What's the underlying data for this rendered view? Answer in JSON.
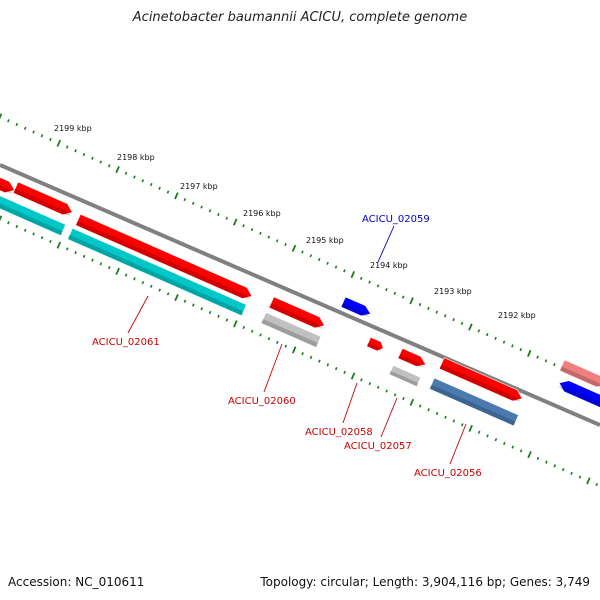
{
  "title": "Acinetobacter baumannii ACICU, complete genome",
  "accession": "Accession: NC_010611",
  "summary": "Topology: circular; Length: 3,904,116 bp; Genes: 3,749",
  "colors": {
    "backbone": "#808080",
    "ruler": "#1f7a1f",
    "forward_gene": "#ff0000",
    "reverse_gene": "#00c8c8",
    "grey_gene": "#c0c0c0",
    "blue_gene": "#0000ff",
    "steel_gene": "#4a7ab0",
    "pink_gene": "#f08080",
    "label_red": "#cc0000",
    "label_blue": "#0000cc"
  },
  "kbp_ticks": [
    "2199 kbp",
    "2198 kbp",
    "2197 kbp",
    "2196 kbp",
    "2195 kbp",
    "2194 kbp",
    "2193 kbp",
    "2192 kbp"
  ],
  "gene_labels": [
    {
      "id": "ACICU_02059",
      "color": "blue"
    },
    {
      "id": "ACICU_02061",
      "color": "red"
    },
    {
      "id": "ACICU_02060",
      "color": "red"
    },
    {
      "id": "ACICU_02058",
      "color": "red"
    },
    {
      "id": "ACICU_02057",
      "color": "red"
    },
    {
      "id": "ACICU_02056",
      "color": "red"
    }
  ]
}
